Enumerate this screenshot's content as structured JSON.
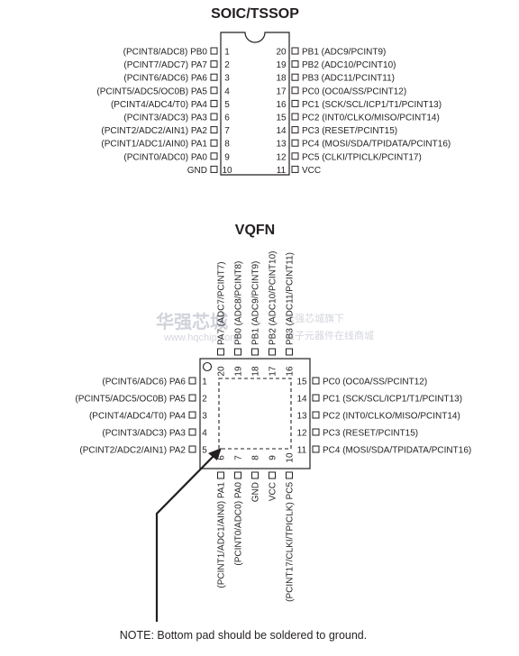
{
  "soic": {
    "title": "SOIC/TSSOP",
    "left_pins": [
      {
        "num": "1",
        "label": "(PCINT8/ADC8) PB0"
      },
      {
        "num": "2",
        "label": "(PCINT7/ADC7) PA7"
      },
      {
        "num": "3",
        "label": "(PCINT6/ADC6) PA6"
      },
      {
        "num": "4",
        "label": "(PCINT5/ADC5/OC0B) PA5"
      },
      {
        "num": "5",
        "label": "(PCINT4/ADC4/T0) PA4"
      },
      {
        "num": "6",
        "label": "(PCINT3/ADC3) PA3"
      },
      {
        "num": "7",
        "label": "(PCINT2/ADC2/AIN1) PA2"
      },
      {
        "num": "8",
        "label": "(PCINT1/ADC1/AIN0) PA1"
      },
      {
        "num": "9",
        "label": "(PCINT0/ADC0) PA0"
      },
      {
        "num": "10",
        "label": "GND"
      }
    ],
    "right_pins": [
      {
        "num": "20",
        "label": "PB1 (ADC9/PCINT9)"
      },
      {
        "num": "19",
        "label": "PB2 (ADC10/PCINT10)"
      },
      {
        "num": "18",
        "label": "PB3 (ADC11/PCINT11)"
      },
      {
        "num": "17",
        "label": "PC0 (OC0A/SS/PCINT12)"
      },
      {
        "num": "16",
        "label": "PC1 (SCK/SCL/ICP1/T1/PCINT13)"
      },
      {
        "num": "15",
        "label": "PC2 (INT0/CLKO/MISO/PCINT14)"
      },
      {
        "num": "14",
        "label": "PC3 (RESET/PCINT15)"
      },
      {
        "num": "13",
        "label": "PC4 (MOSI/SDA/TPIDATA/PCINT16)"
      },
      {
        "num": "12",
        "label": "PC5 (CLKI/TPICLK/PCINT17)"
      },
      {
        "num": "11",
        "label": "VCC"
      }
    ]
  },
  "qfn": {
    "title": "VQFN",
    "left_pins": [
      {
        "num": "1",
        "label": "(PCINT6/ADC6) PA6"
      },
      {
        "num": "2",
        "label": "(PCINT5/ADC5/OC0B) PA5"
      },
      {
        "num": "3",
        "label": "(PCINT4/ADC4/T0) PA4"
      },
      {
        "num": "4",
        "label": "(PCINT3/ADC3) PA3"
      },
      {
        "num": "5",
        "label": "(PCINT2/ADC2/AIN1) PA2"
      }
    ],
    "right_pins": [
      {
        "num": "15",
        "label": "PC0 (OC0A/SS/PCINT12)"
      },
      {
        "num": "14",
        "label": "PC1 (SCK/SCL/ICP1/T1/PCINT13)"
      },
      {
        "num": "13",
        "label": "PC2 (INT0/CLKO/MISO/PCINT14)"
      },
      {
        "num": "12",
        "label": "PC3 (RESET/PCINT15)"
      },
      {
        "num": "11",
        "label": "PC4 (MOSI/SDA/TPIDATA/PCINT16)"
      }
    ],
    "top_pins": [
      {
        "num": "20",
        "label": "PA7 (ADC7/PCINT7)"
      },
      {
        "num": "19",
        "label": "PB0 (ADC8/PCINT8)"
      },
      {
        "num": "18",
        "label": "PB1 (ADC9/PCINT9)"
      },
      {
        "num": "17",
        "label": "PB2 (ADC10/PCINT10)"
      },
      {
        "num": "16",
        "label": "PB3 (ADC11/PCINT11)"
      }
    ],
    "bottom_pins": [
      {
        "num": "6",
        "label": "(PCINT1/ADC1/AIN0) PA1"
      },
      {
        "num": "7",
        "label": "(PCINT0/ADC0) PA0"
      },
      {
        "num": "8",
        "label": "GND"
      },
      {
        "num": "9",
        "label": "VCC"
      },
      {
        "num": "10",
        "label": "(PCINT17/CLKI/TPICLK) PC5"
      }
    ]
  },
  "note": "NOTE: Bottom pad should be soldered to ground.",
  "watermark": {
    "big": "华强芯城",
    "small_top": "华强芯城旗下",
    "small_bottom": "电子元器件在线商城",
    "url": "www.hqchip.com"
  }
}
